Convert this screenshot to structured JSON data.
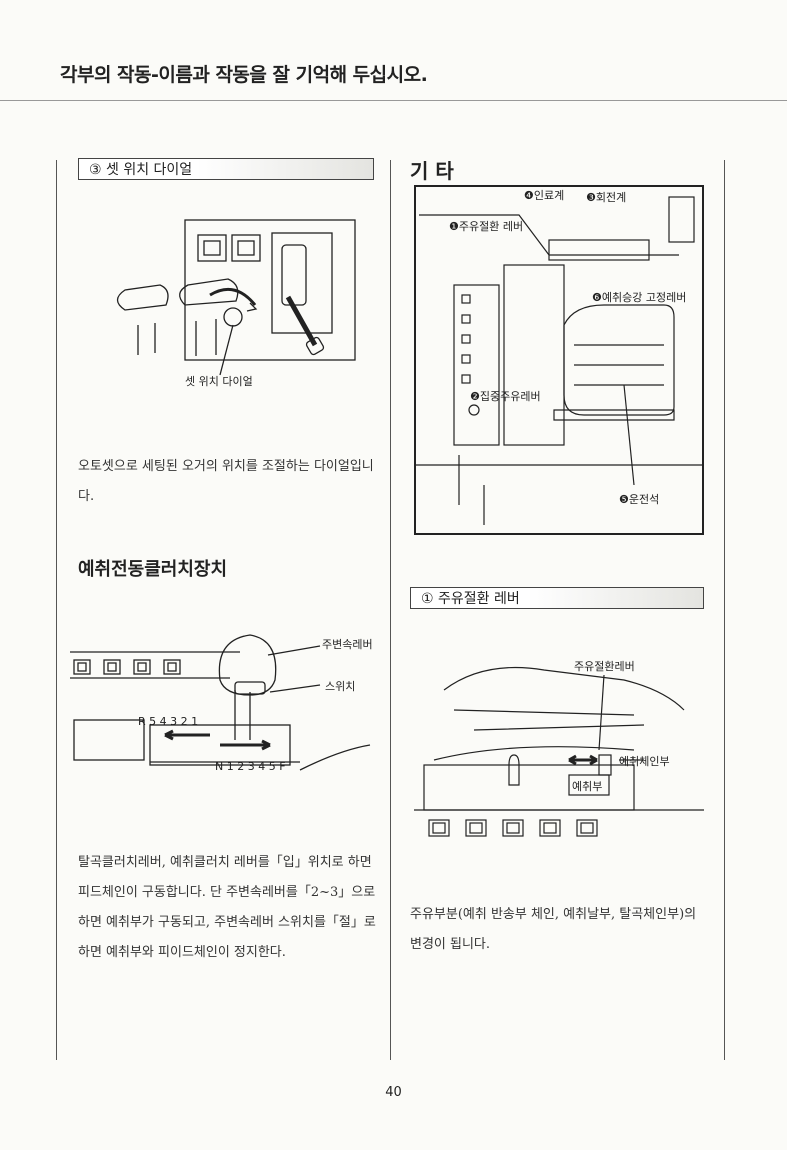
{
  "header": {
    "title": "각부의 작동-이름과 작동을 잘 기억해 두십시오."
  },
  "left": {
    "set_dial": {
      "box_label": "③ 셋 위치 다이얼",
      "caption": "셋 위치 다이얼",
      "body": "오토셋으로 세팅된 오거의 위치를 조절하는 다이얼입니다."
    },
    "clutch": {
      "title": "예취전동클러치장치",
      "callout_lever": "주변속레버",
      "callout_switch": "스위치",
      "gear_top": "R 5 4 3 2 1",
      "gear_bottom": "N 1 2 3 4 5 F",
      "body": "탈곡클러치레버, 예취클러치 레버를「입」위치로 하면 피드체인이 구동합니다. 단 주변속레버를「2~3」으로 하면 예취부가 구동되고, 주변속레버 스위치를「절」로 하면 예취부와 피이드체인이 정지한다."
    }
  },
  "right": {
    "other": {
      "title": "기 타",
      "labels": {
        "oil_switch": "❶주유절환 레버",
        "central_oil": "❷집중주유레버",
        "tachometer": "❸회전계",
        "fuel_gauge": "❹인료계",
        "seat": "❺운전석",
        "lift_lock": "❻예취승강 고정레버"
      }
    },
    "oil_lever": {
      "box_label": "① 주유절환 레버",
      "callout_lever": "주유절환레버",
      "callout_chain": "예취체인부",
      "callout_cutting": "예취부",
      "body": "주유부분(예취 반송부 체인, 예취날부, 탈곡체인부)의 변경이 됩니다."
    }
  },
  "footer": {
    "page_number": "40"
  }
}
